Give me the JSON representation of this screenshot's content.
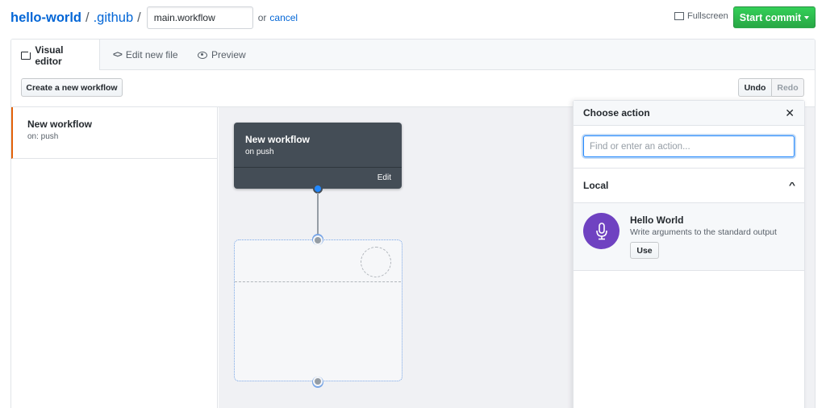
{
  "header": {
    "repo": "hello-world",
    "separator": "/",
    "directory": ".github",
    "filename_value": "main.workflow",
    "or_text": "or",
    "cancel_label": "cancel",
    "fullscreen_label": "Fullscreen",
    "start_commit_label": "Start commit"
  },
  "tabs": [
    {
      "label": "Visual editor",
      "icon": "monitor-icon",
      "active": true
    },
    {
      "label": "Edit new file",
      "icon": "code-icon",
      "active": false
    },
    {
      "label": "Preview",
      "icon": "eye-icon",
      "active": false
    }
  ],
  "toolbar": {
    "create_label": "Create a new workflow",
    "undo_label": "Undo",
    "redo_label": "Redo"
  },
  "sidebar": {
    "items": [
      {
        "name": "New workflow",
        "trigger": "on: push",
        "selected": true
      }
    ]
  },
  "canvas": {
    "workflow_node": {
      "title": "New workflow",
      "subtitle": "on push",
      "edit_label": "Edit"
    }
  },
  "panel": {
    "title": "Choose action",
    "search_placeholder": "Find or enter an action...",
    "section_title": "Local",
    "actions": [
      {
        "name": "Hello World",
        "description": "Write arguments to the standard output",
        "use_label": "Use",
        "icon": "microphone-icon",
        "color": "#6f42c1"
      }
    ]
  },
  "colors": {
    "link": "#0366d6",
    "commit_green": "#28a745",
    "selected_border": "#e36209",
    "node_dark": "#444d56",
    "port_blue": "#2188ff",
    "action_purple": "#6f42c1"
  }
}
